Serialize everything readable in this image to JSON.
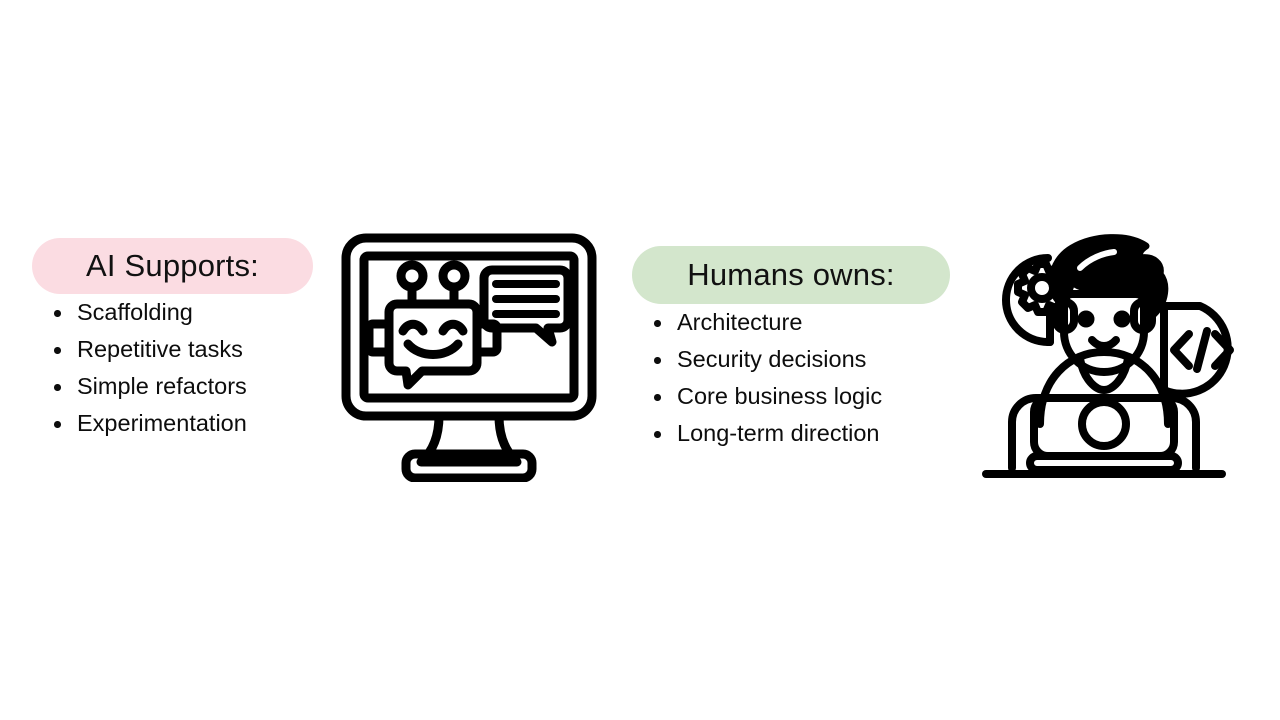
{
  "slide": {
    "background_color": "#ffffff",
    "text_color": "#0d0d0d"
  },
  "columns": [
    {
      "id": "ai",
      "heading": "AI Supports:",
      "heading_pill_color": "#fbdce2",
      "bullets": [
        "Scaffolding",
        "Repetitive tasks",
        "Simple refactors",
        "Experimentation"
      ]
    },
    {
      "id": "humans",
      "heading": "Humans owns:",
      "heading_pill_color": "#d3e6cc",
      "bullets": [
        "Architecture",
        "Security decisions",
        "Core business logic",
        "Long-term direction"
      ]
    }
  ],
  "illustrations": [
    {
      "id": "ai-chatbot-monitor",
      "name": "desktop-monitor-with-chatbot-icon",
      "stroke_color": "#000000",
      "parts": [
        "monitor-frame",
        "monitor-stand",
        "robot-face",
        "robot-antennae",
        "speech-bubble"
      ]
    },
    {
      "id": "human-developer",
      "name": "developer-at-laptop-icon",
      "stroke_color": "#000000",
      "parts": [
        "person-head",
        "person-hair",
        "person-body",
        "laptop",
        "desk-line",
        "gear-badge",
        "code-badge"
      ],
      "badge_symbols": [
        "gear-icon",
        "code-brackets-icon"
      ]
    }
  ]
}
